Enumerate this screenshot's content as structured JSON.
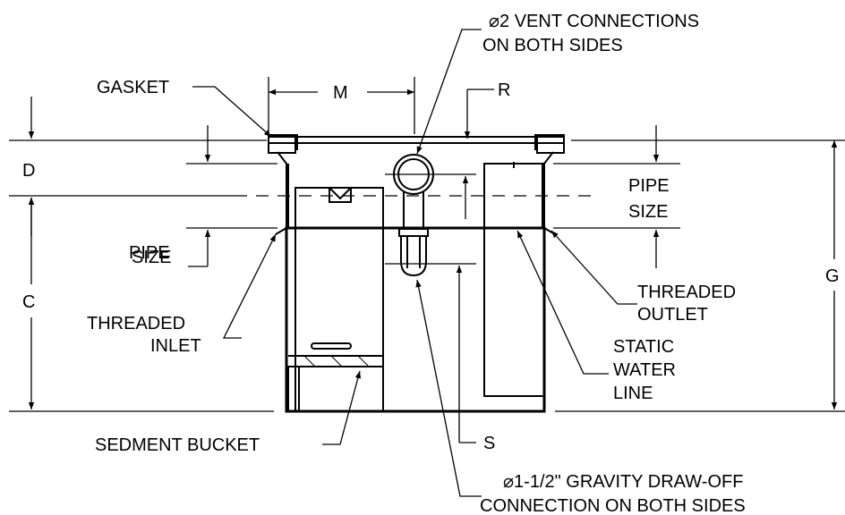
{
  "labels": {
    "vent_line1": "⌀2 VENT CONNECTIONS",
    "vent_line2": "ON BOTH SIDES",
    "gasket": "GASKET",
    "m": "M",
    "r": "R",
    "d": "D",
    "pipe_size_right_1": "PIPE",
    "pipe_size_right_2": "SIZE",
    "pipe_size_left_1": "PIPE",
    "pipe_size_left_2": "SIZE",
    "g": "G",
    "c": "C",
    "threaded_outlet_1": "THREADED",
    "threaded_outlet_2": "OUTLET",
    "threaded_inlet_1": "THREADED",
    "threaded_inlet_2": "INLET",
    "static_1": "STATIC",
    "static_2": "WATER",
    "static_3": "LINE",
    "sediment": "SEDMENT BUCKET",
    "s": "S",
    "drawoff_1": "⌀1-1/2\" GRAVITY DRAW-OFF",
    "drawoff_2": "CONNECTION ON BOTH SIDES"
  }
}
